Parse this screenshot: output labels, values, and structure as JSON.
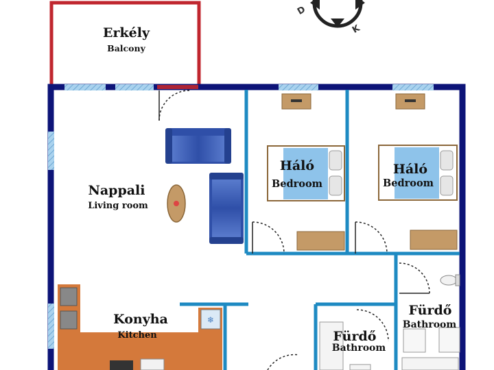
{
  "rooms": {
    "balcony": {
      "name": "Erkély",
      "sub": "Balcony"
    },
    "living": {
      "name": "Nappali",
      "sub": "Living room"
    },
    "bedroom1": {
      "name": "Háló",
      "sub": "Bedroom"
    },
    "bedroom2": {
      "name": "Háló",
      "sub": "Bedroom"
    },
    "kitchen": {
      "name": "Konyha",
      "sub": "Kitchen"
    },
    "bath1": {
      "name": "Fürdő",
      "sub": "Bathroom"
    },
    "bath2": {
      "name": "Fürdő",
      "sub": "Bathroom"
    }
  },
  "compass": {
    "d": "D",
    "k": "K"
  },
  "colors": {
    "outer_wall": "#0d1478",
    "inner_wall": "#1e8ac2",
    "balcony": "#c0262e",
    "window": "#8ec3e6",
    "wood": "#c49a67",
    "kitchen": "#d4793b",
    "sofa": "#3a5eb8",
    "bed": "#8ec3ea"
  }
}
